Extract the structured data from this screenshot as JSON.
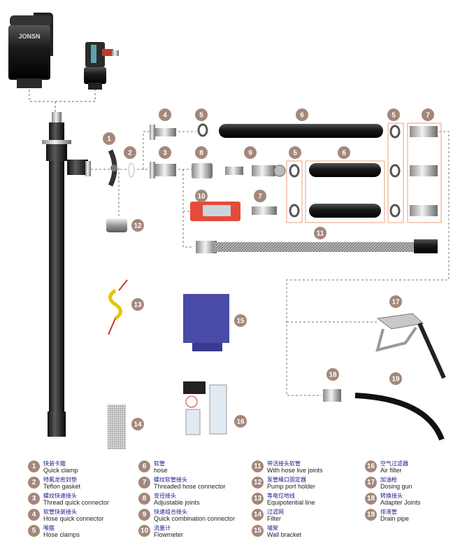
{
  "brand": "JONSN",
  "callouts": [
    "1",
    "2",
    "3",
    "4",
    "5",
    "6",
    "7",
    "8",
    "9",
    "10",
    "11",
    "12",
    "13",
    "14",
    "15",
    "16",
    "17",
    "18",
    "19"
  ],
  "legend": [
    {
      "num": "1",
      "zh": "快装卡箍",
      "en": "Quick clamp"
    },
    {
      "num": "2",
      "zh": "特氟龙密封垫",
      "en": "Teflon gasket"
    },
    {
      "num": "3",
      "zh": "螺纹快速接头",
      "en": "Thread quick connector"
    },
    {
      "num": "4",
      "zh": "软管快装接头",
      "en": "Hose quick connector"
    },
    {
      "num": "5",
      "zh": "喉箍",
      "en": "Hose clamps"
    },
    {
      "num": "6",
      "zh": "软管",
      "en": "hose"
    },
    {
      "num": "7",
      "zh": "螺纹软管接头",
      "en": "Threaded hose connector"
    },
    {
      "num": "8",
      "zh": "变径接头",
      "en": "Adjustable joints"
    },
    {
      "num": "9",
      "zh": "快速组合接头",
      "en": "Quick combination connector"
    },
    {
      "num": "10",
      "zh": "流量计",
      "en": "Flowmeter"
    },
    {
      "num": "11",
      "zh": "带活接头软管",
      "en": "With hose live joints"
    },
    {
      "num": "12",
      "zh": "泵管桶口固定器",
      "en": "Pump port holder"
    },
    {
      "num": "13",
      "zh": "等电位地线",
      "en": "Equipotential line"
    },
    {
      "num": "14",
      "zh": "过滤网",
      "en": "Filter"
    },
    {
      "num": "15",
      "zh": "墙架",
      "en": "Wall bracket"
    },
    {
      "num": "16",
      "zh": "空气过滤器",
      "en": "Air filter"
    },
    {
      "num": "17",
      "zh": "加油枪",
      "en": "Dosing gun"
    },
    {
      "num": "18",
      "zh": "转换接头",
      "en": "Adapter Joints"
    },
    {
      "num": "19",
      "zh": "排液管",
      "en": "Drain pipe"
    }
  ],
  "colors": {
    "callout": "#a3887a",
    "accent": "#e8a27c",
    "hose": "#1c1c1c",
    "bracket": "#4a4aa8",
    "text_zh": "#1a1a8c"
  }
}
